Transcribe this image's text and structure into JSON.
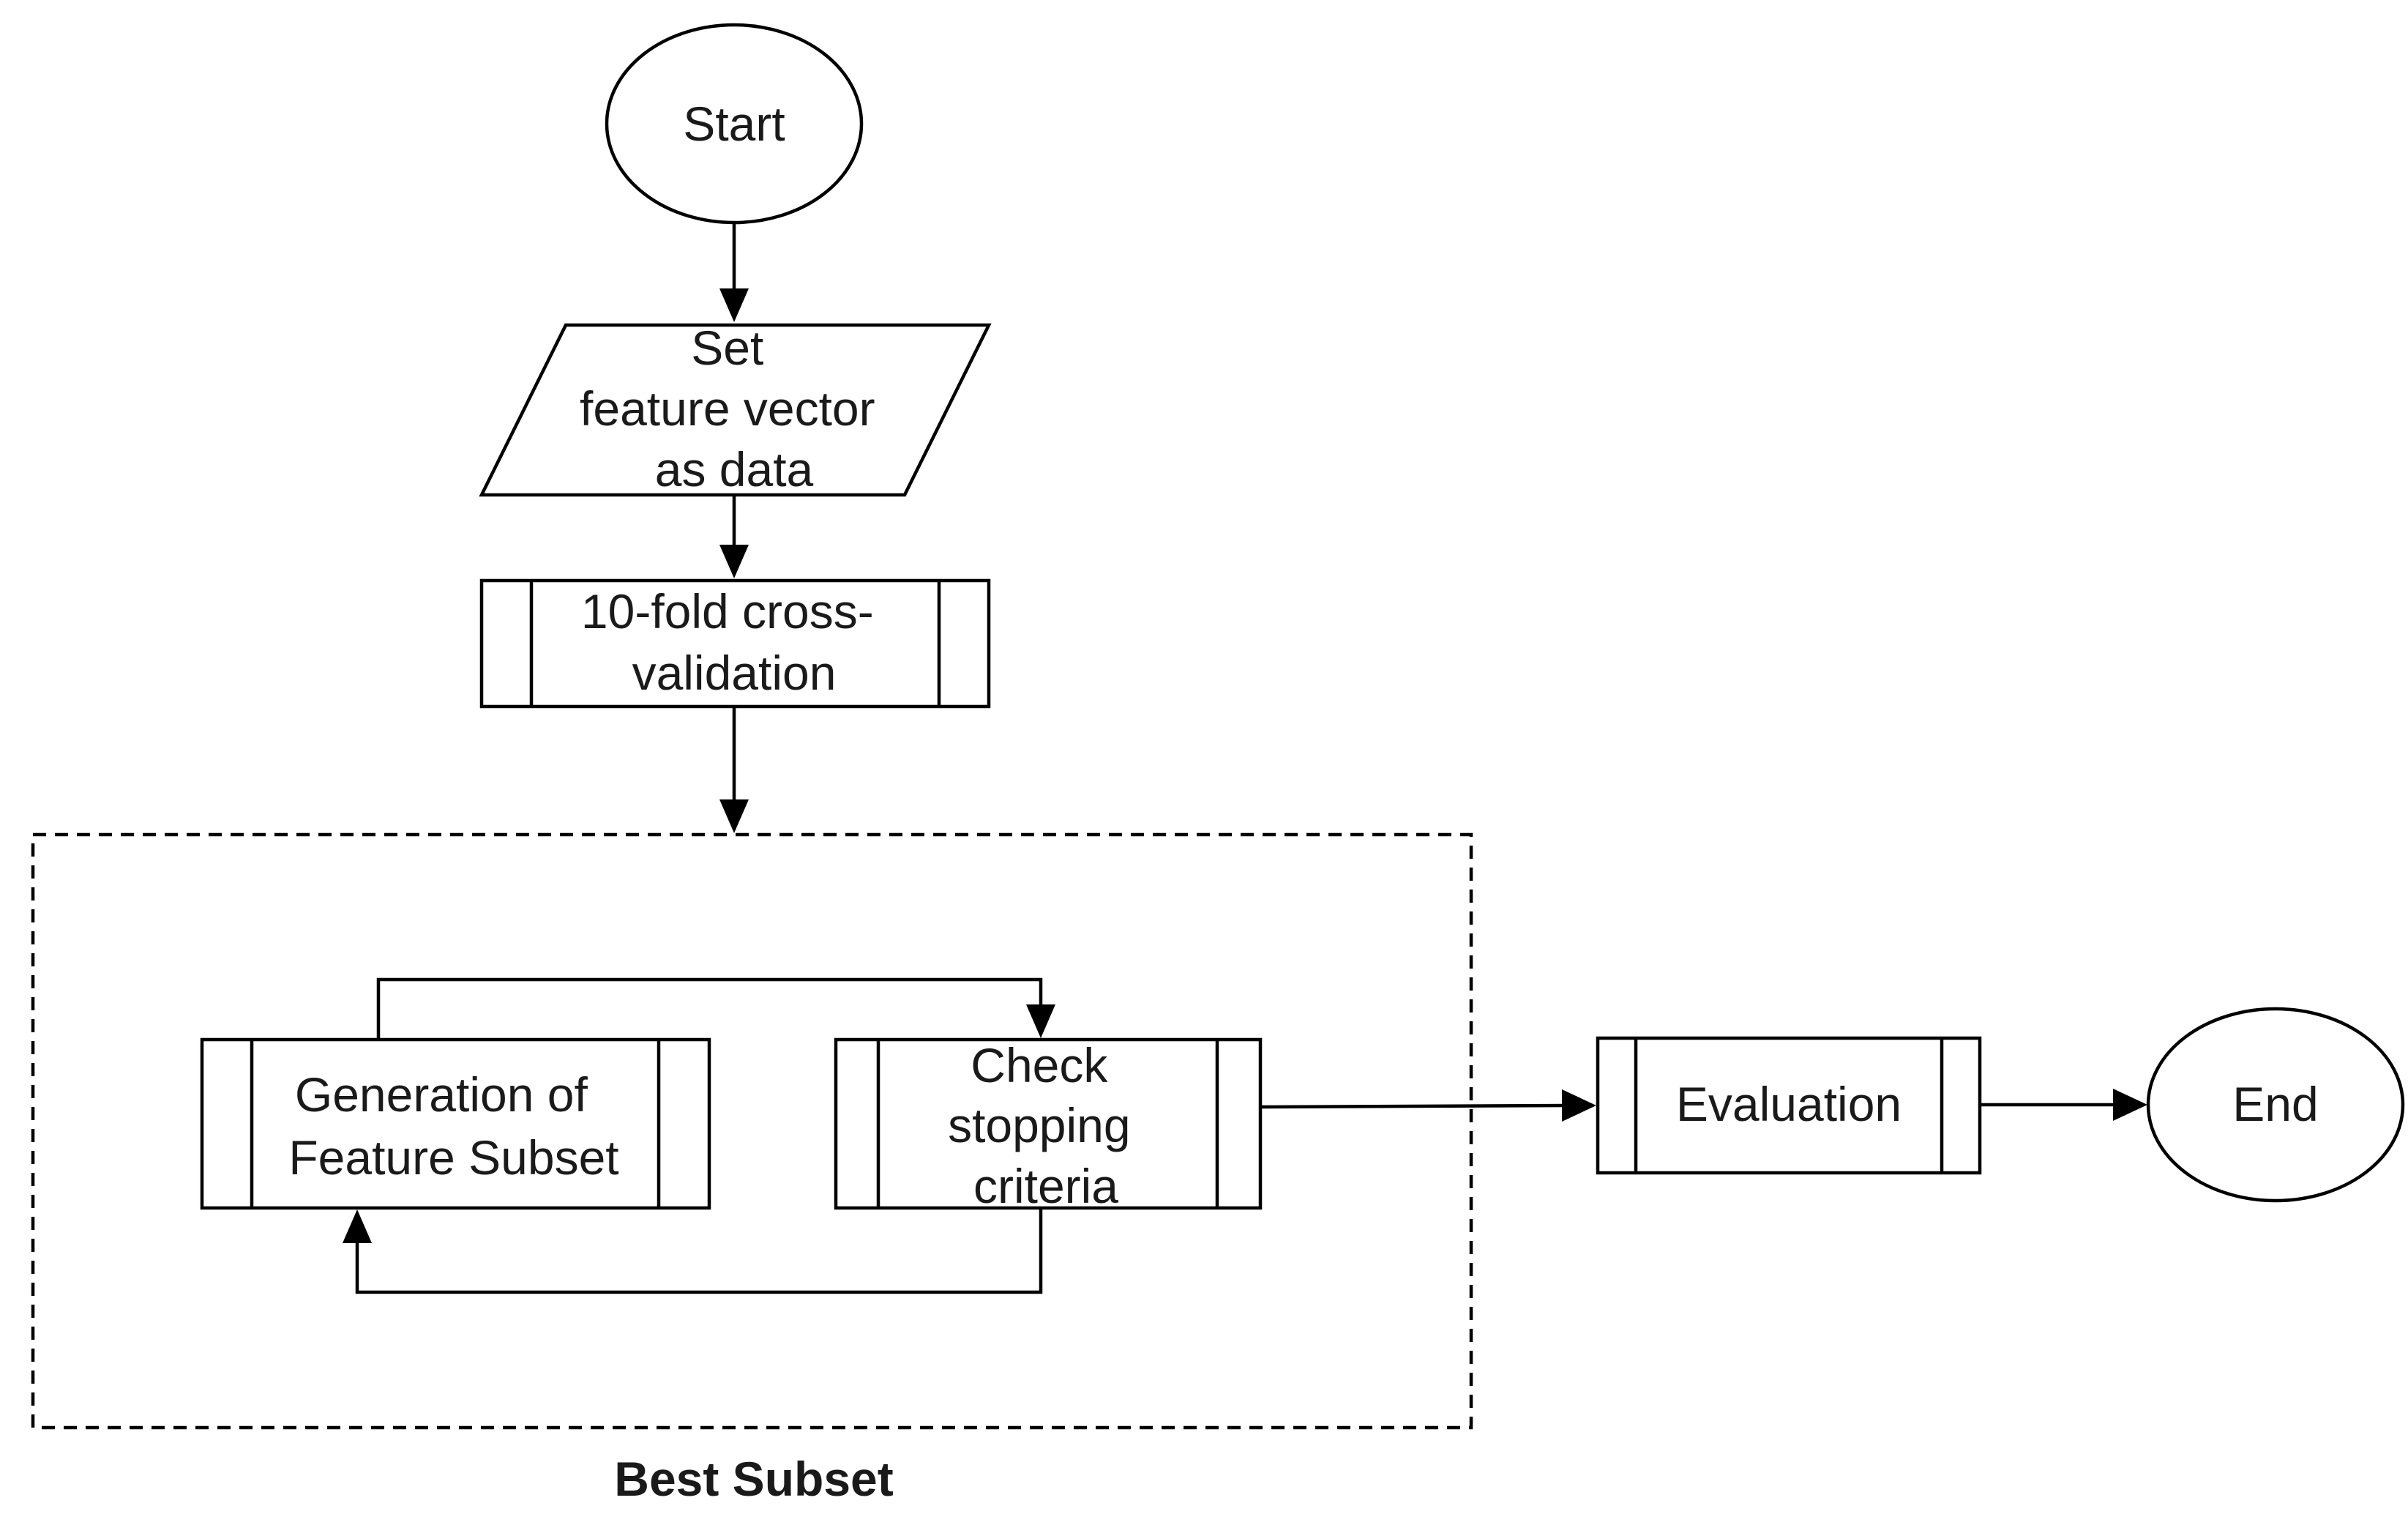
{
  "nodes": {
    "start": {
      "label": "Start"
    },
    "set_data": {
      "lines": [
        "Set",
        "feature vector",
        "as data"
      ]
    },
    "cross_validation": {
      "lines": [
        "10-fold cross-",
        "validation"
      ]
    },
    "generation": {
      "lines": [
        "Generation of",
        "Feature Subset"
      ]
    },
    "check": {
      "lines": [
        "Check",
        "stopping",
        "criteria"
      ]
    },
    "evaluation": {
      "label": "Evaluation"
    },
    "end": {
      "label": "End"
    }
  },
  "group": {
    "label": "Best Subset"
  }
}
